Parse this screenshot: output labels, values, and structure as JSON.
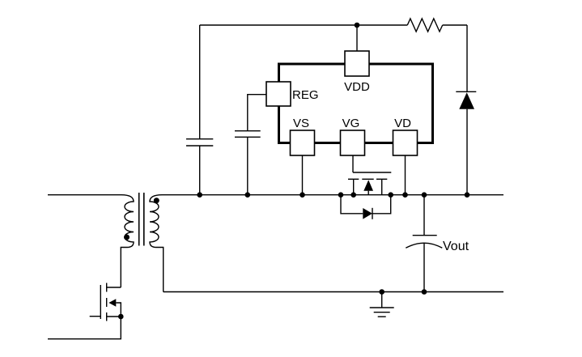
{
  "diagram": {
    "controller": {
      "pin_labels": {
        "reg": "REG",
        "vdd": "VDD",
        "vs": "VS",
        "vg": "VG",
        "vd": "VD"
      }
    },
    "output_label": "Vout",
    "colors": {
      "line": "#000000",
      "background": "#ffffff"
    }
  }
}
